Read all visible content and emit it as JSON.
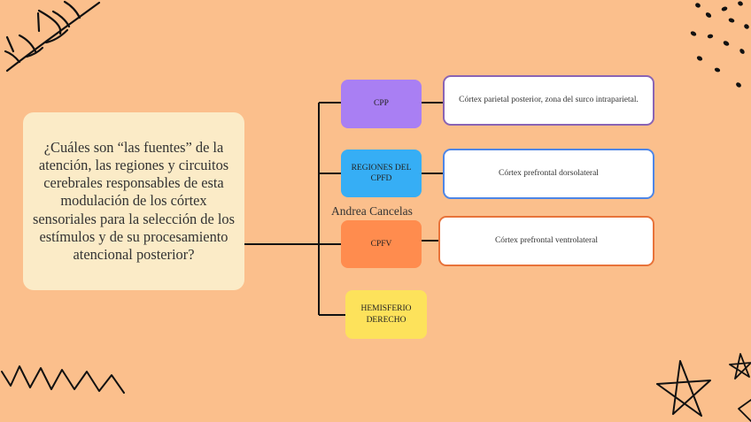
{
  "question": "¿Cuáles son “las fuentes” de la atención, las regiones y circuitos cerebrales responsables de esta modulación de los córtex sensoriales para la selección de los estímulos y de su procesamiento atencional posterior?",
  "author": "Andrea Cancelas",
  "nodes": [
    {
      "label": "CPP",
      "description": "Córtex parietal posterior, zona del surco intraparietal."
    },
    {
      "label": "REGIONES DEL CPFD",
      "description": "Córtex prefrontal dorsolateral"
    },
    {
      "label": "CPFV",
      "description": "Córtex prefrontal ventrolateral"
    },
    {
      "label": "HEMISFERIO DERECHO"
    }
  ],
  "colors": {
    "background": "#fbbf8c",
    "question_box": "#fbebc7",
    "cpp": "#a97ff3",
    "cpfd": "#36aef5",
    "cpfv": "#ff8c4e",
    "hemisferio": "#fde25b",
    "cpp_border": "#8a64b4",
    "cpfd_border": "#4e86e6",
    "cpfv_border": "#e8733a",
    "lines": "#111111"
  },
  "decorations": [
    "branch-doodle",
    "dots-doodle",
    "zigzag-doodle",
    "star-doodle",
    "small-star-doodle"
  ]
}
